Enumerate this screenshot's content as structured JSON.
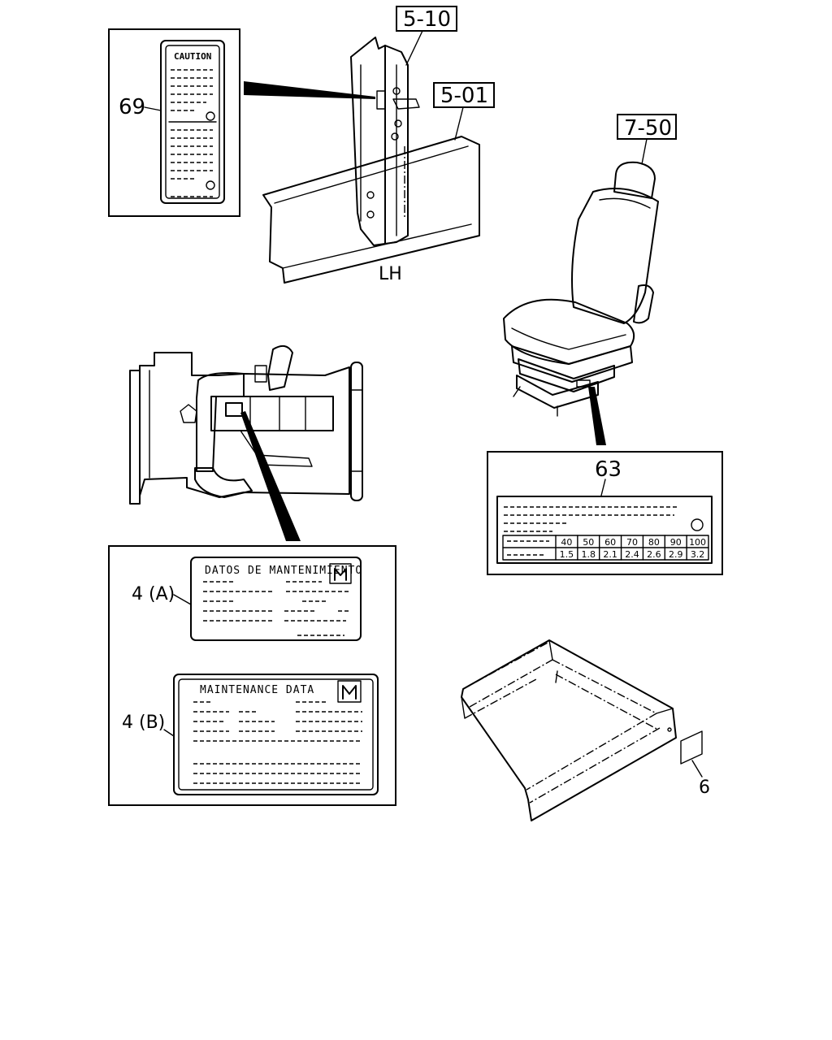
{
  "refs": {
    "r510": "5-10",
    "r501": "5-01",
    "r750": "7-50"
  },
  "lh_label": "LH",
  "caution_box": {
    "item_no": "69",
    "header": "CAUTION"
  },
  "seat_label_box": {
    "item_no": "63",
    "table_header": [
      "40",
      "50",
      "60",
      "70",
      "80",
      "90",
      "100"
    ],
    "table_values": [
      "1.5",
      "1.8",
      "2.1",
      "2.4",
      "2.6",
      "2.9",
      "3.2"
    ]
  },
  "maint_box": {
    "item_a": "4 (A)",
    "title_a": "DATOS DE MANTENIMIENTO",
    "item_b": "4 (B)",
    "title_b": "MAINTENANCE DATA"
  },
  "frame_label": {
    "item_no": "6"
  }
}
